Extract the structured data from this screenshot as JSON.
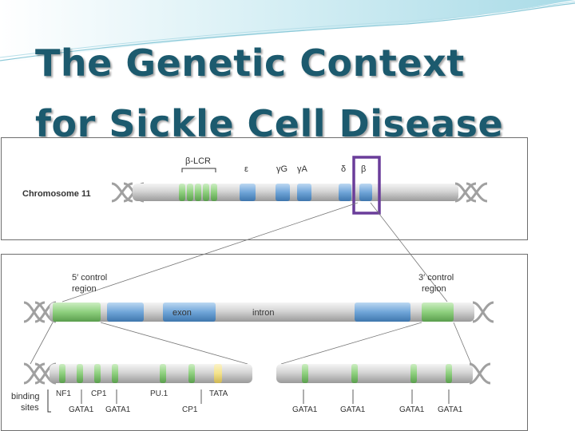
{
  "slide": {
    "title_line1": "The Genetic Context",
    "title_line2": "for Sickle Cell Disease"
  },
  "chromosome": {
    "label": "Chromosome 11",
    "lcr_label": "β-LCR",
    "genes": [
      {
        "symbol": "ε"
      },
      {
        "symbol": "γG"
      },
      {
        "symbol": "γA"
      },
      {
        "symbol": "δ"
      },
      {
        "symbol": "β",
        "highlighted": true
      }
    ]
  },
  "gene_detail": {
    "left_region": "5′ control region",
    "left_region_line1": "5′ control",
    "left_region_line2": "region",
    "right_region": "3′ control region",
    "right_region_line1": "3′ control",
    "right_region_line2": "region",
    "exon_label": "exon",
    "intron_label": "intron"
  },
  "binding_sites": {
    "label_line1": "binding",
    "label_line2": "sites",
    "top_labels": [
      "NF1",
      "CP1",
      "PU.1",
      "TATA"
    ],
    "bottom_labels": [
      "GATA1",
      "GATA1",
      "CP1",
      "GATA1",
      "GATA1",
      "GATA1",
      "GATA1"
    ]
  },
  "colors": {
    "title": "#1c5a6e",
    "chromosome_grey": "#c8c8c8",
    "gene_blue": "#6fa5d8",
    "control_green": "#8dcf7d",
    "tata_yellow": "#f3e28a",
    "highlight_box": "#6a3d9a"
  }
}
